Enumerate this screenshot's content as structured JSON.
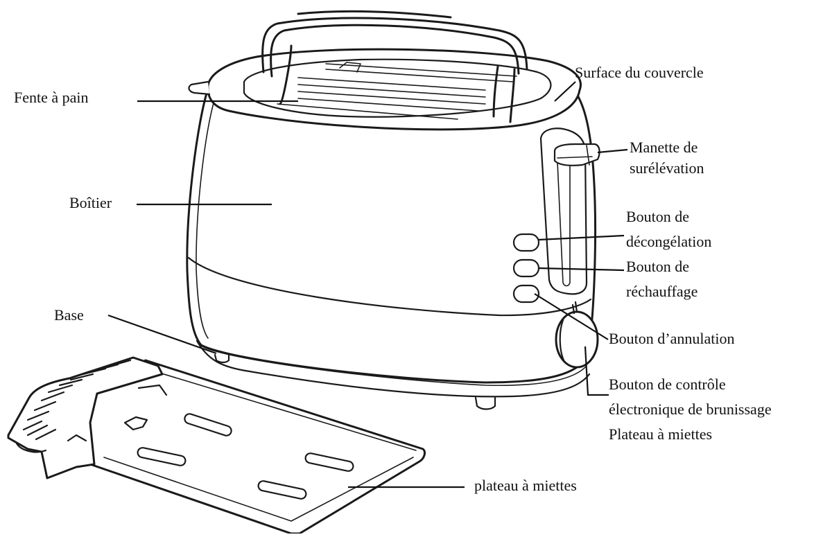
{
  "labels": {
    "bread_slot": "Fente à pain",
    "lid_surface": "Surface du couvercle",
    "lift_lever_line1": "Manette de",
    "lift_lever_line2": "surélévation",
    "housing": "Boîtier",
    "defrost_line1": "Bouton de",
    "defrost_line2": "décongélation",
    "reheat_line1": "Bouton de",
    "reheat_line2": "réchauffage",
    "base": "Base",
    "cancel": "Bouton d’annulation",
    "browning_line1": "Bouton de contrôle",
    "browning_line2": "électronique de brunissage",
    "browning_line3": "Plateau à miettes",
    "crumb_tray": "plateau à miettes"
  }
}
